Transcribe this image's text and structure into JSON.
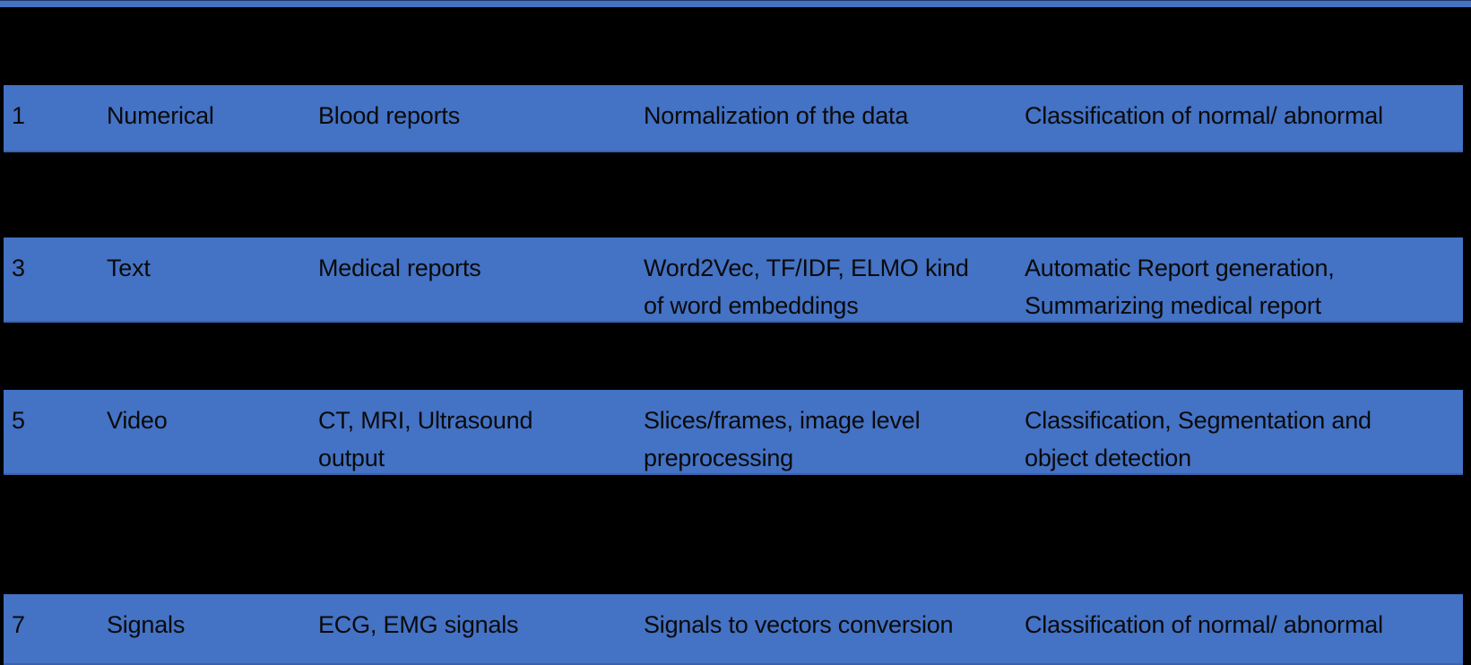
{
  "colors": {
    "row_blue": "#4472C4",
    "row_blue_edge": "#3a62ad",
    "background": "#000000",
    "text": "#0a0a0a"
  },
  "table": {
    "rows": [
      {
        "name": "header",
        "variant": "black",
        "cells": [
          "",
          "",
          "",
          "",
          ""
        ]
      },
      {
        "name": "row-1",
        "variant": "blue",
        "cells": [
          "1",
          "Numerical",
          "Blood reports",
          "Normalization of the data",
          "Classification of normal/ abnormal"
        ]
      },
      {
        "name": "row-2",
        "variant": "black",
        "cells": [
          "",
          "",
          "",
          "",
          ""
        ]
      },
      {
        "name": "row-3",
        "variant": "blue",
        "cells": [
          "3",
          "Text",
          "Medical reports",
          "Word2Vec, TF/IDF, ELMO kind\nof word embeddings",
          "Automatic Report generation,\nSummarizing medical report"
        ]
      },
      {
        "name": "row-4",
        "variant": "black",
        "cells": [
          "",
          "",
          "",
          "",
          ""
        ]
      },
      {
        "name": "row-5",
        "variant": "blue",
        "cells": [
          "5",
          "Video",
          "CT, MRI, Ultrasound\noutput",
          "Slices/frames, image level\npreprocessing",
          "Classification, Segmentation and\nobject detection"
        ]
      },
      {
        "name": "row-6",
        "variant": "black",
        "cells": [
          "",
          "",
          "",
          "",
          ""
        ]
      },
      {
        "name": "row-7",
        "variant": "blue",
        "cells": [
          "7",
          "Signals",
          "ECG, EMG signals",
          "Signals to vectors conversion",
          "Classification of normal/ abnormal"
        ]
      }
    ]
  }
}
